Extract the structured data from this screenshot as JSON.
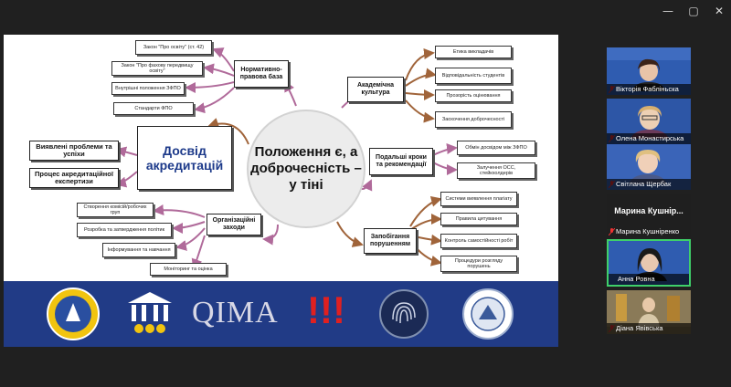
{
  "window": {
    "minimize": "—",
    "maximize": "▢",
    "close": "✕"
  },
  "slide": {
    "center_text": "Положення є, а доброчесність – у тіні",
    "big_box": "Досвід акредитацій",
    "left_boxes": [
      "Виявлені проблеми та успіхи",
      "Процес акредитаційної експертизи"
    ],
    "normative": {
      "label": "Нормативно-правова база",
      "items": [
        "Закон \"Про освіту\" (ст. 42)",
        "Закон \"Про фахову передвищу освіту\"",
        "Внутрішні положення ЗФПО",
        "Стандарти ФПО"
      ]
    },
    "academic_culture": {
      "label": "Академічна культура",
      "items": [
        "Етика викладачів",
        "Відповідальність студентів",
        "Прозорість оцінювання",
        "Заохочення доброчесності"
      ]
    },
    "next_steps": {
      "label": "Подальші кроки та рекомендації",
      "items": [
        "Обмін досвідом між ЗФПО",
        "Залучення ОСС, стейкхолдерів"
      ]
    },
    "org_measures": {
      "label": "Організаційні заходи",
      "items": [
        "Створення комісій/робочих груп",
        "Розробка та затвердження політик",
        "Інформування та навчання",
        "Моніторинг та оцінка"
      ]
    },
    "prevention": {
      "label": "Запобігання порушенням",
      "items": [
        "Системи виявлення плагіату",
        "Правила цитування",
        "Контроль самостійності робіт",
        "Процедури розгляду порушень"
      ]
    },
    "logos": [
      "QIMA",
      "!!!"
    ],
    "colors": {
      "band": "#213b86",
      "arrow": "#b06a9a",
      "arrow_brown": "#a0643a",
      "title_blue": "#1d3a8a"
    }
  },
  "participants": [
    {
      "name": "Вікторія Фабліньска",
      "video": true
    },
    {
      "name": "Олена Монастирська",
      "video": true
    },
    {
      "name": "Світлана Щербак",
      "video": true
    },
    {
      "name": "Марина Кушнір...",
      "display_name": "Марина Кушніренко",
      "video": false
    },
    {
      "name": "Анна Ровна",
      "video": true,
      "active": true
    },
    {
      "name": "Діана Явівська",
      "video": true
    }
  ]
}
